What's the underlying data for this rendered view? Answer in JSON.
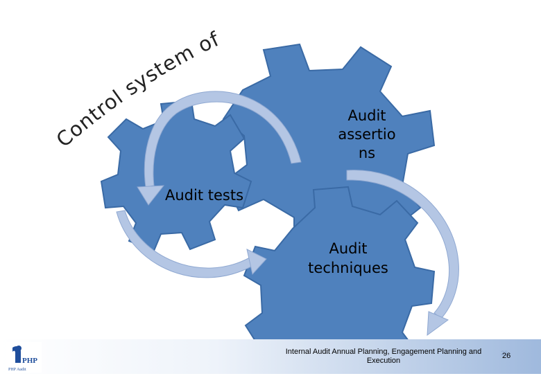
{
  "title": "Control system of the entity",
  "gears": {
    "assertions": "Audit assertio ns",
    "tests": "Audit tests",
    "techniques": "Audit techniques"
  },
  "footer": {
    "text": "Internal Audit Annual Planning, Engagement Planning and Execution",
    "page_number": "26",
    "page_number_ghost": "26"
  },
  "logo": {
    "text": "PHP",
    "caption": "PHP Audit"
  },
  "colors": {
    "gear": "#4f81bd",
    "gear_edge": "#3a6aa5",
    "arrow": "#b4c6e4",
    "arrow_edge": "#8fa8d1"
  }
}
